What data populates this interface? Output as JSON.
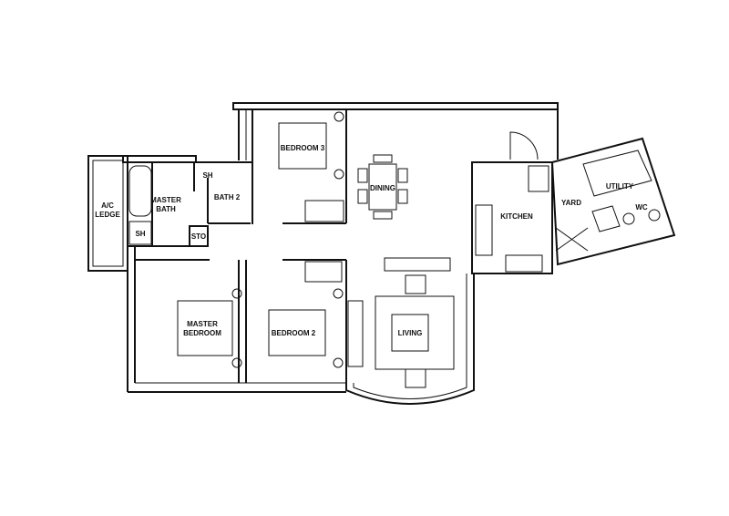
{
  "floor_plan": {
    "rooms": {
      "ac_ledge": [
        "A/C",
        "LEDGE"
      ],
      "master_bath": [
        "MASTER",
        "BATH"
      ],
      "sh_1": "SH",
      "sh_2": "SH",
      "bath_2": "BATH 2",
      "store": "STO",
      "bedroom_3": "BEDROOM 3",
      "dining": "DINING",
      "kitchen": "KITCHEN",
      "yard": "YARD",
      "utility": "UTILITY",
      "wc": "WC",
      "master_bedroom": [
        "MASTER",
        "BEDROOM"
      ],
      "bedroom_2": "BEDROOM 2",
      "living": "LIVING"
    }
  }
}
